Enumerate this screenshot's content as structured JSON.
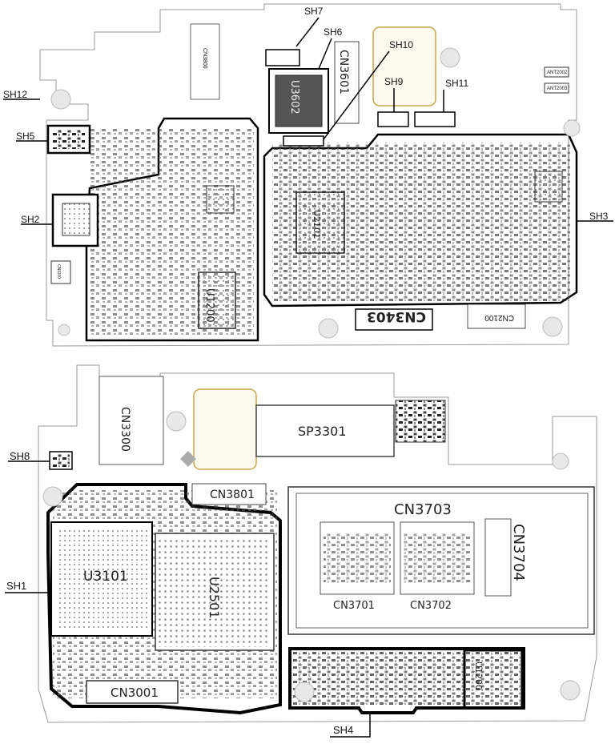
{
  "top_board": {
    "shield_labels": {
      "sh2": "SH2",
      "sh3": "SH3",
      "sh5": "SH5",
      "sh6": "SH6",
      "sh7": "SH7",
      "sh9": "SH9",
      "sh10": "SH10",
      "sh11": "SH11",
      "sh12": "SH12"
    },
    "components": {
      "u3602": "U3602",
      "cn3601": "CN3601",
      "cn3403": "CN3403",
      "cn2100": "CN2100",
      "u1200": "U1200",
      "u2101": "U2101",
      "cn3800": "CN3800",
      "ant2002": "ANT2002",
      "ant2003": "ANT2003",
      "cn1100": "CN1100"
    }
  },
  "bottom_board": {
    "shield_labels": {
      "sh1": "SH1",
      "sh4": "SH4",
      "sh8": "SH8"
    },
    "components": {
      "cn3300": "CN3300",
      "sp3301": "SP3301",
      "cn3801": "CN3801",
      "cn3703": "CN3703",
      "cn3704": "CN3704",
      "cn3701": "CN3701",
      "cn3702": "CN3702",
      "u3101": "U3101",
      "u2501": "U2501",
      "cn3001": "CN3001",
      "u1200": "U1200"
    }
  }
}
